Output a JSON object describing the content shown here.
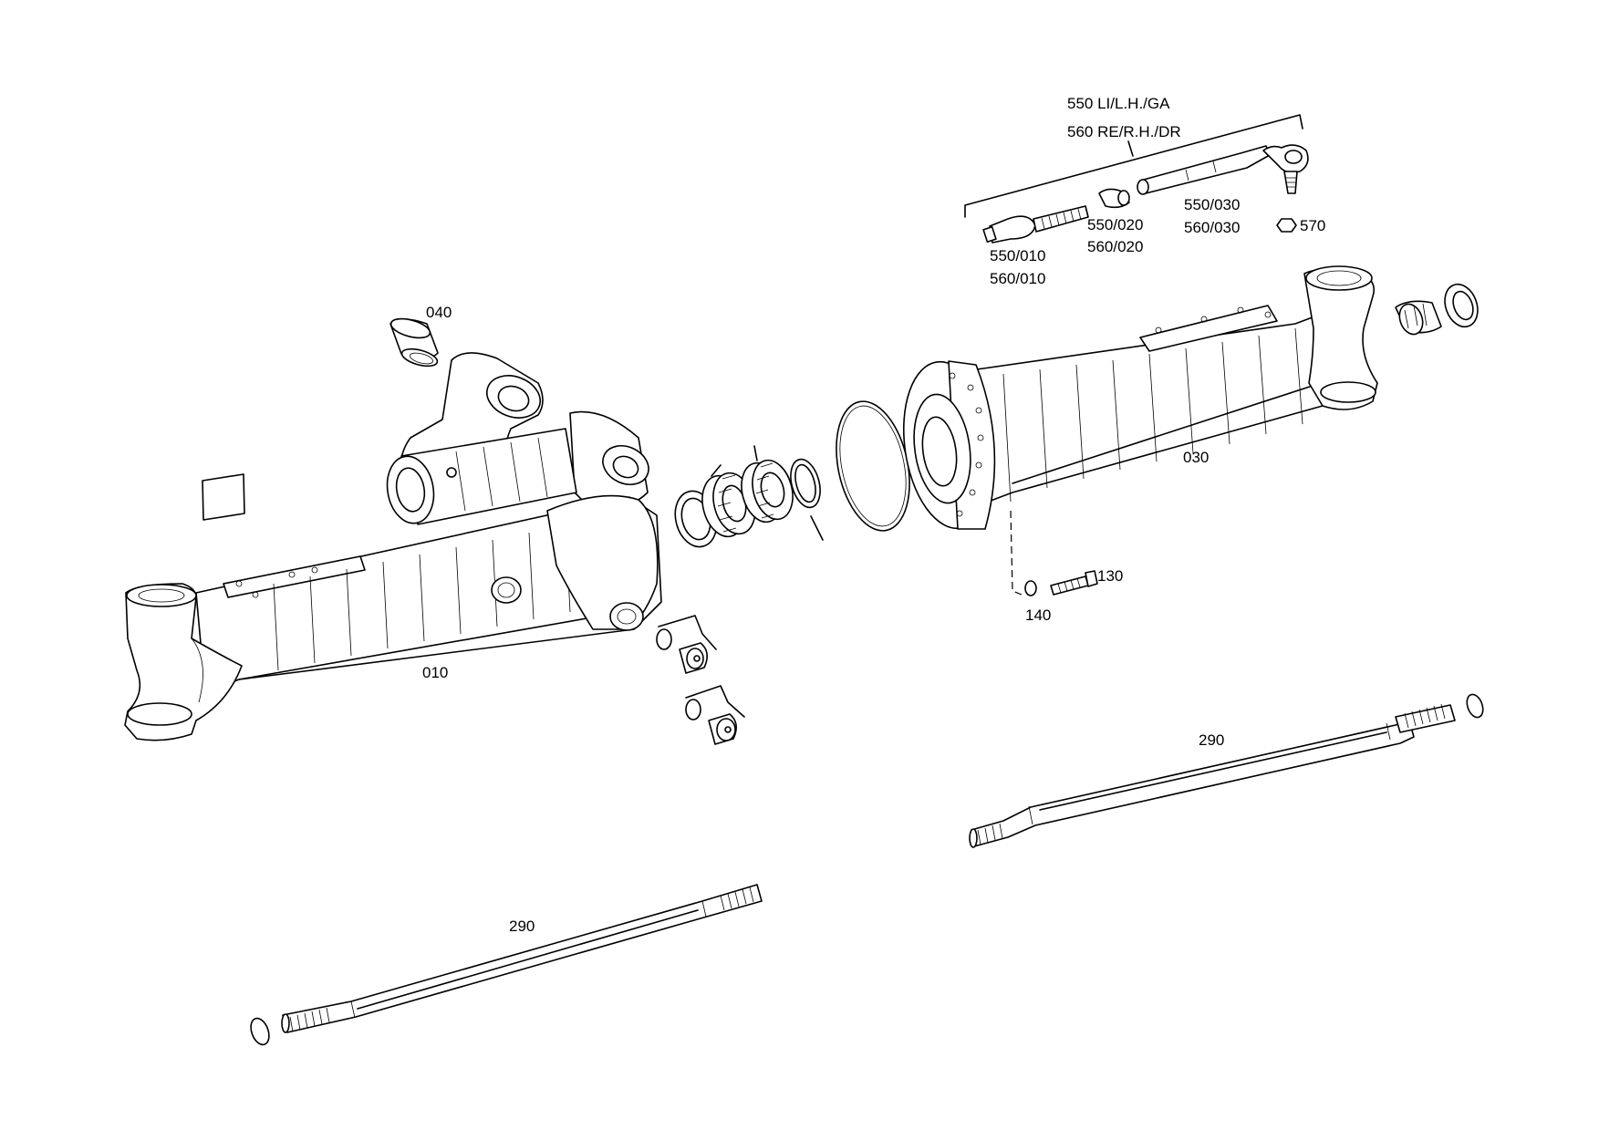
{
  "labels": {
    "group_550": "550 LI/L.H./GA",
    "group_560": "560 RE/R.H./DR",
    "p550_010": "550/010",
    "p560_010": "560/010",
    "p550_020": "550/020",
    "p560_020": "560/020",
    "p550_030": "550/030",
    "p560_030": "560/030",
    "p570": "570",
    "p040": "040",
    "p030": "030",
    "p010": "010",
    "p130": "130",
    "p140": "140",
    "p290_right": "290",
    "p290_left": "290"
  }
}
